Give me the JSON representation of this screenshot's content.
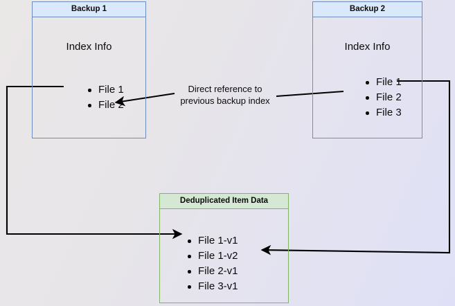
{
  "diagram": {
    "title": "Backup deduplication reference diagram",
    "colors": {
      "blue_border": "#6c8ebf",
      "blue_fill": "#dae8fc",
      "green_border": "#82b366",
      "green_fill": "#d5e8d4",
      "edge_stroke": "#000000",
      "text": "#0a0a0a"
    },
    "nodes": [
      {
        "id": "backup-1",
        "header": "Backup 1",
        "section_label": "Index Info",
        "items": [
          "File 1",
          "File 2"
        ]
      },
      {
        "id": "backup-2",
        "header": "Backup 2",
        "section_label": "Index Info",
        "items": [
          "File 1",
          "File 2",
          "File 3"
        ]
      },
      {
        "id": "dedup",
        "header": "Deduplicated Item Data",
        "items": [
          "File 1-v1",
          "File 1-v2",
          "File 2-v1",
          "File 3-v1"
        ]
      }
    ],
    "edges": [
      {
        "id": "backup2-index-to-backup1-index",
        "label": "Direct reference to\nprevious backup index",
        "from": "backup-2.File 2",
        "to": "backup-1.File 2",
        "arrowhead": "left"
      },
      {
        "id": "backup1-file1-to-dedup-file1v1",
        "label": "",
        "from": "backup-1.File 1",
        "to": "dedup.File 1-v1",
        "arrowhead": "right"
      },
      {
        "id": "backup2-file1-to-dedup-file1v2",
        "label": "",
        "from": "backup-2.File 1",
        "to": "dedup.File 1-v2",
        "arrowhead": "left"
      }
    ]
  }
}
